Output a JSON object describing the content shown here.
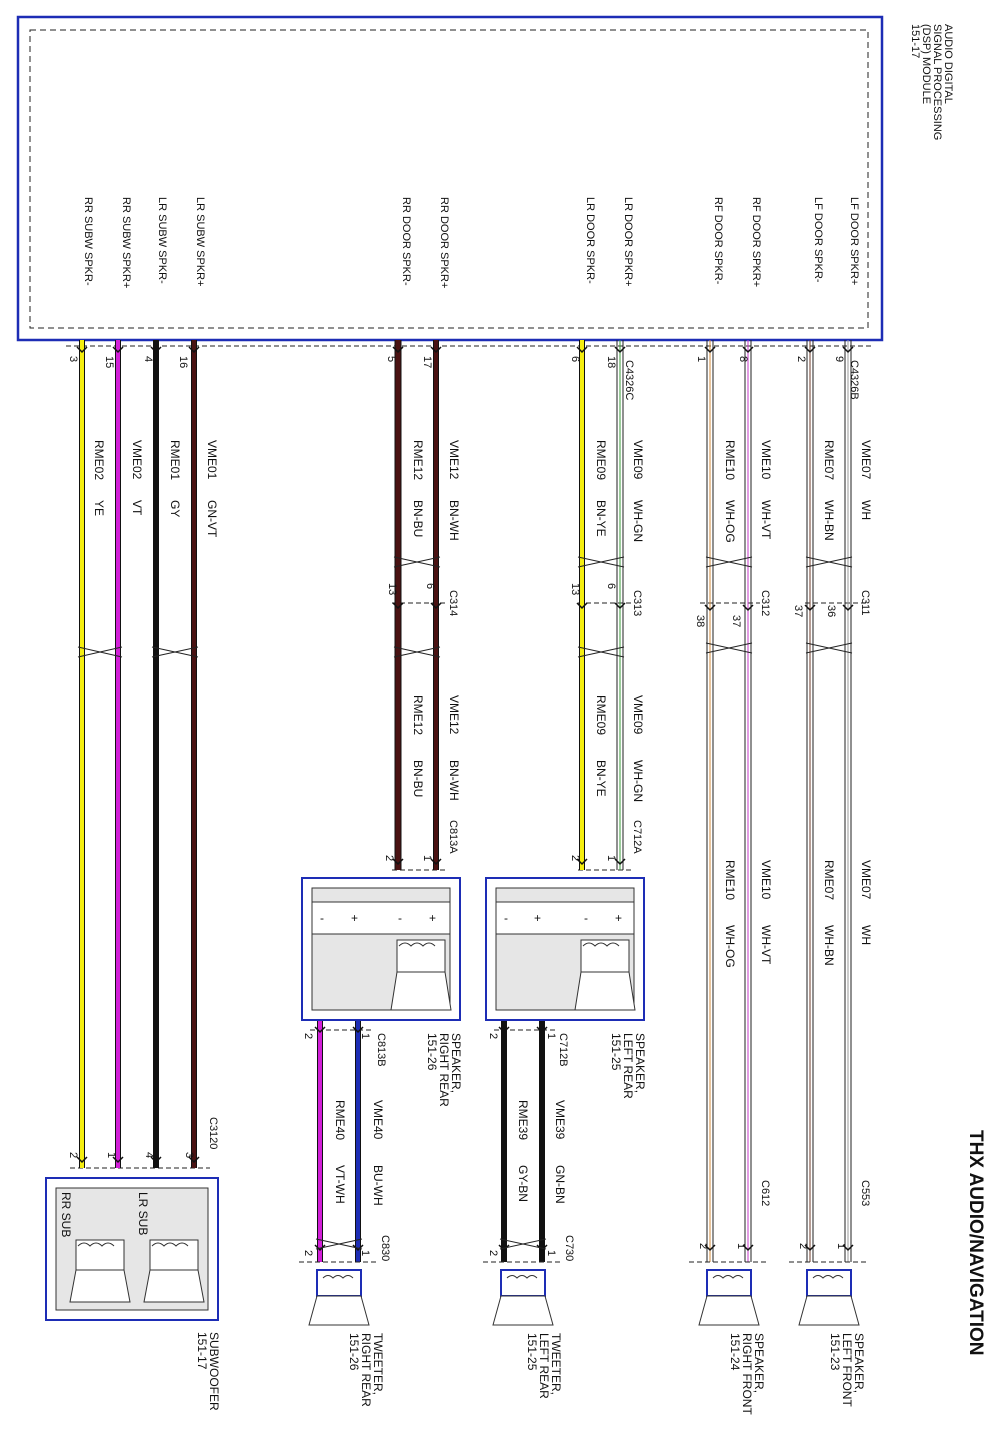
{
  "page_title": "THX AUDIO/NAVIGATION",
  "module": {
    "lines": [
      "AUDIO DIGITAL",
      "SIGNAL PROCESSING",
      "(DSP) MODULE",
      "151-17"
    ]
  },
  "pins": [
    {
      "id": "lf_door_pos",
      "label": "LF DOOR SPKR+"
    },
    {
      "id": "lf_door_neg",
      "label": "LF DOOR SPKR-"
    },
    {
      "id": "rf_door_pos",
      "label": "RF DOOR SPKR+"
    },
    {
      "id": "rf_door_neg",
      "label": "RF DOOR SPKR-"
    },
    {
      "id": "lr_door_pos",
      "label": "LR DOOR SPKR+"
    },
    {
      "id": "lr_door_neg",
      "label": "LR DOOR SPKR-"
    },
    {
      "id": "rr_door_pos",
      "label": "RR DOOR SPKR+"
    },
    {
      "id": "rr_door_neg",
      "label": "RR DOOR SPKR-"
    },
    {
      "id": "lr_subw_pos",
      "label": "LR SUBW SPKR+"
    },
    {
      "id": "lr_subw_neg",
      "label": "LR SUBW SPKR-"
    },
    {
      "id": "rr_subw_pos",
      "label": "RR SUBW SPKR+"
    },
    {
      "id": "rr_subw_neg",
      "label": "RR SUBW SPKR-"
    }
  ],
  "connectors": {
    "c4326b": "C4326B",
    "c4326c": "C4326C",
    "c311": "C311",
    "c312": "C312",
    "c313": "C313",
    "c314": "C314",
    "c712a": "C712A",
    "c813a": "C813A",
    "c712b": "C712B",
    "c813b": "C813B",
    "c3120": "C3120",
    "c553": "C553",
    "c612": "C612",
    "c730": "C730",
    "c830": "C830"
  },
  "pin_numbers": {
    "p9": "9",
    "p2": "2",
    "p8": "8",
    "p1": "1",
    "p18": "18",
    "p6": "6",
    "p17": "17",
    "p5": "5",
    "p16": "16",
    "p4": "4",
    "p15": "15",
    "p3": "3",
    "p36": "36",
    "p37": "37",
    "p38": "38",
    "p13": "13"
  },
  "wires": {
    "vme07": "VME07",
    "wh": "WH",
    "rme07": "RME07",
    "wh_bn": "WH-BN",
    "vme10": "VME10",
    "wh_vt": "WH-VT",
    "rme10": "RME10",
    "wh_og": "WH-OG",
    "vme09": "VME09",
    "wh_gn": "WH-GN",
    "rme09": "RME09",
    "bn_ye": "BN-YE",
    "vme12": "VME12",
    "bn_wh": "BN-WH",
    "rme12": "RME12",
    "bn_bu": "BN-BU",
    "vme01": "VME01",
    "gn_vt": "GN-VT",
    "rme01": "RME01",
    "gy": "GY",
    "vme02": "VME02",
    "vt": "VT",
    "rme02": "RME02",
    "ye": "YE",
    "vme39": "VME39",
    "gn_bn": "GN-BN",
    "rme39": "RME39",
    "gy_bn": "GY-BN",
    "vme40": "VME40",
    "bu_wh": "BU-WH",
    "rme40": "RME40",
    "vt_wh": "VT-WH"
  },
  "components": {
    "spk_lf": [
      "SPEAKER,",
      "LEFT FRONT",
      "151-23"
    ],
    "spk_rf": [
      "SPEAKER,",
      "RIGHT FRONT",
      "151-24"
    ],
    "spk_lr": [
      "SPEAKER,",
      "LEFT REAR",
      "151-25"
    ],
    "spk_rr": [
      "SPEAKER,",
      "RIGHT REAR",
      "151-26"
    ],
    "tw_lr": [
      "TWEETER,",
      "LEFT REAR",
      "151-25"
    ],
    "tw_rr": [
      "TWEETER,",
      "RIGHT REAR",
      "151-26"
    ],
    "subwoofer": [
      "SUBWOOFER",
      "151-17"
    ],
    "lr_sub": "LR SUB",
    "rr_sub": "RR SUB",
    "plus": "+",
    "minus": "-"
  },
  "colors": {
    "frame": "#1d2db5",
    "yellow": "#f5ee10",
    "violet": "#d21fd8",
    "black": "#111111",
    "brown": "#4a1212",
    "blue": "#1d2db5",
    "box_fill": "#e6e6e6"
  }
}
